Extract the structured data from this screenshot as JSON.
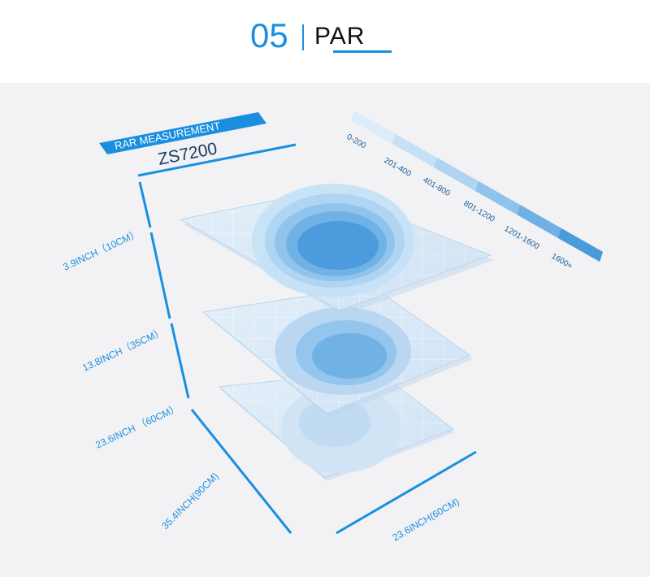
{
  "header": {
    "number": "05",
    "title": "PAR"
  },
  "badge": {
    "label": "RAR MEASUREMENT",
    "model": "ZS7200"
  },
  "legend": {
    "ranges": [
      "0-200",
      "201-400",
      "401-800",
      "801-1200",
      "1201-1600",
      "1600+"
    ],
    "colors": [
      "#dcecf9",
      "#c6e1f6",
      "#aed4f2",
      "#8fc3ec",
      "#6fb1e5",
      "#4a9bdc"
    ]
  },
  "dimensions": {
    "height1": "3.9INCH（10CM）",
    "height2": "13.8INCH（35CM）",
    "height3": "23.6INCH （60CM）",
    "depth": "35.4INCH(90CM)",
    "width": "23.6INCH(60CM)"
  },
  "colors": {
    "accent": "#1a8fe0",
    "plane_fill": "#d8e8f6",
    "plane_edge": "#b9d4ec"
  }
}
